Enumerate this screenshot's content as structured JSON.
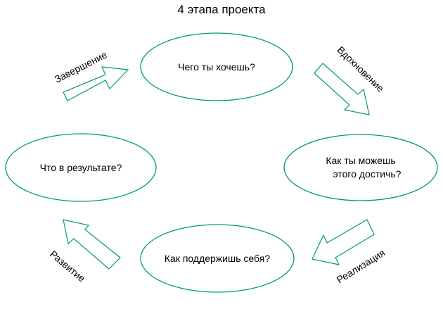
{
  "diagram": {
    "title": "4 этапа проекта",
    "nodes": {
      "want": "Чего ты хочешь?",
      "achieve_line1": "Как ты можешь",
      "achieve_line2": "этого достичь?",
      "support": "Как поддержишь себя?",
      "result": "Что в результате?"
    },
    "edges": {
      "inspiration": "Вдохновение",
      "realization": "Реализация",
      "development": "Развитие",
      "completion": "Завершение"
    },
    "colors": {
      "ellipse_stroke": "#00a05a",
      "arrow_stroke": "#00a05a",
      "fill": "#ffffff",
      "text": "#000000"
    }
  }
}
